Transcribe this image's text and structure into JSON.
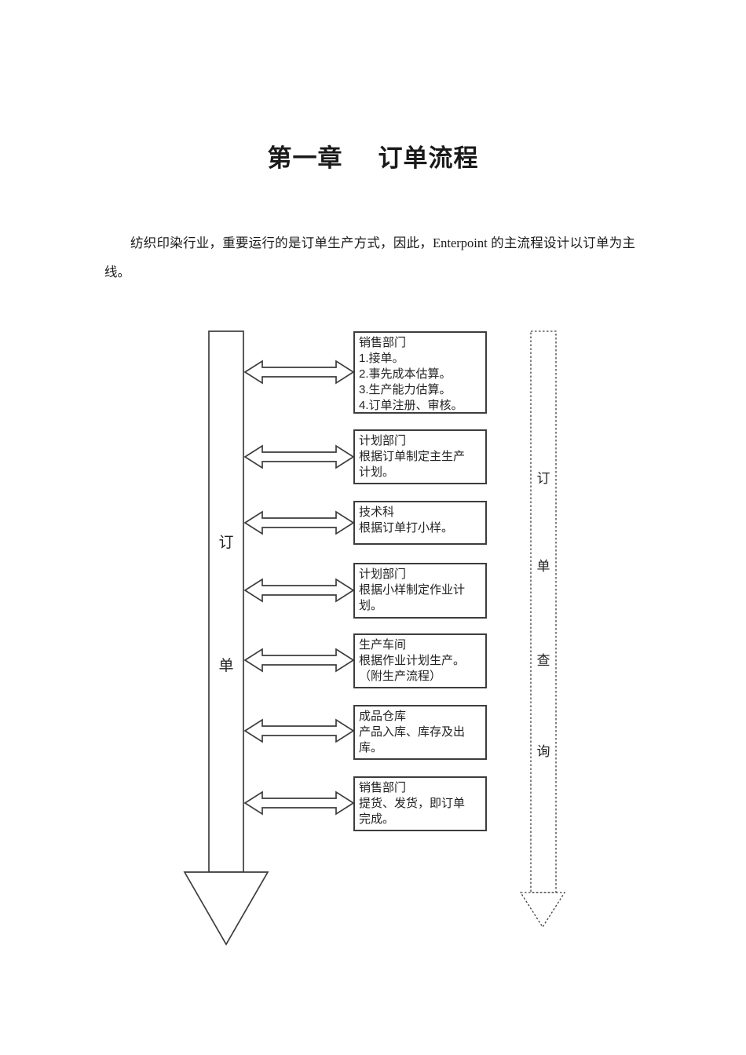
{
  "page": {
    "title": {
      "part1": "第一章",
      "part2": "订单流程"
    },
    "paragraph": "纺织印染行业，重要运行的是订单生产方式，因此，Enterpoint 的主流程设计以订单为主线。"
  },
  "flowchart": {
    "left_flow": {
      "chars": [
        "订",
        "单"
      ]
    },
    "right_flow": {
      "chars": [
        "订",
        "单",
        "查",
        "询"
      ]
    },
    "boxes": [
      {
        "heading": "销售部门",
        "body": "1.接单。\n2.事先成本估算。\n3.生产能力估算。\n4.订单注册、审核。"
      },
      {
        "heading": "计划部门",
        "body": "根据订单制定主生产\n计划。"
      },
      {
        "heading": "技术科",
        "body": "根据订单打小样。"
      },
      {
        "heading": "计划部门",
        "body": "根据小样制定作业计\n划。"
      },
      {
        "heading": "生产车间",
        "body": "根据作业计划生产。\n（附生产流程）"
      },
      {
        "heading": "成品仓库",
        "body": "产品入库、库存及出\n库。"
      },
      {
        "heading": "销售部门",
        "body": "提货、发货，即订单\n完成。"
      }
    ],
    "colors": {
      "diagram_stroke": "#3d3d3d",
      "text": "#1a1a1a",
      "background": "#ffffff"
    }
  }
}
